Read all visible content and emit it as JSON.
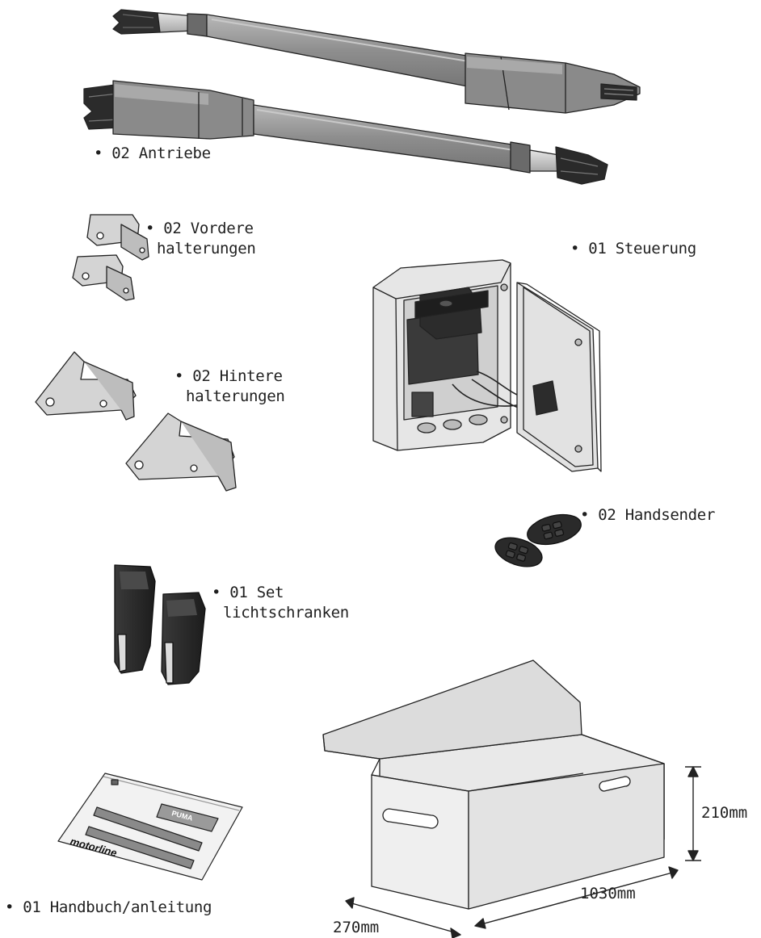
{
  "items": {
    "actuators": "• 02 Antriebe",
    "front_brackets_line1": "• 02 Vordere",
    "front_brackets_line2": "halterungen",
    "rear_brackets_line1": "• 02 Hintere",
    "rear_brackets_line2": "halterungen",
    "control_unit": "• 01 Steuerung",
    "remotes": "• 02 Handsender",
    "photocells_line1": "• 01 Set",
    "photocells_line2": "lichtschranken",
    "manual": "• 01 Handbuch/anleitung"
  },
  "manual_cover": {
    "brand": "motorline",
    "product": "PUMA"
  },
  "box_dimensions": {
    "length": "1030mm",
    "width": "270mm",
    "height": "210mm"
  },
  "colors": {
    "rod_gray": "#9a9a9a",
    "motor_dark": "#7a7a7a",
    "black_part": "#2b2b2b",
    "box_fill": "#e6e6e6",
    "line": "#222222"
  }
}
